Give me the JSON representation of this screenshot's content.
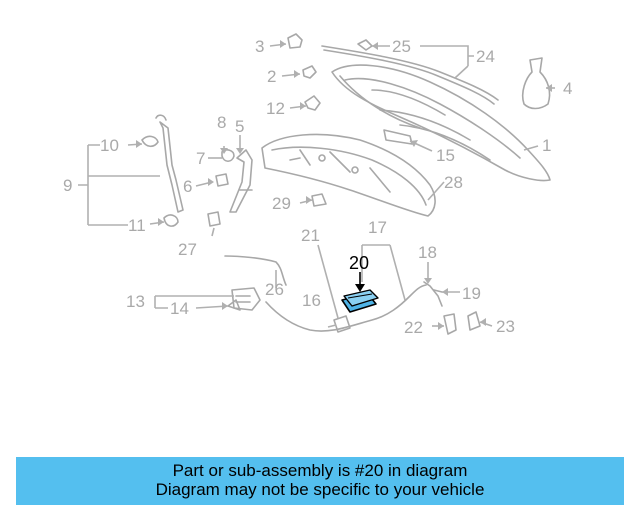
{
  "diagram": {
    "labels": [
      "1",
      "2",
      "3",
      "4",
      "5",
      "6",
      "7",
      "8",
      "9",
      "10",
      "11",
      "12",
      "13",
      "14",
      "15",
      "16",
      "17",
      "18",
      "19",
      "20",
      "21",
      "22",
      "23",
      "24",
      "25",
      "26",
      "27",
      "28",
      "29"
    ],
    "highlight": "20"
  },
  "banner": {
    "line1": "Part or sub-assembly is #20 in diagram",
    "line2": "Diagram may not be specific to your vehicle",
    "color": "#54bfef"
  }
}
